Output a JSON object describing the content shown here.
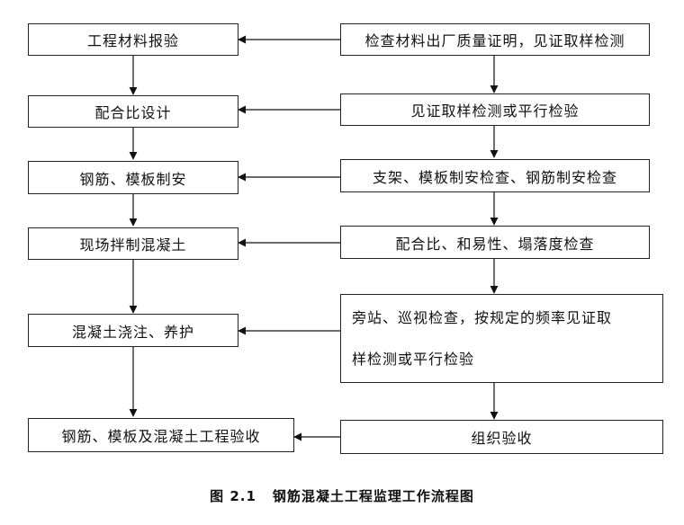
{
  "left_steps": [
    "工程材料报验",
    "配合比设计",
    "钢筋、模板制安",
    "现场拌制混凝土",
    "混凝土浇注、养护",
    "钢筋、模板及混凝土工程验收"
  ],
  "right_checks": [
    "检查材料出厂质量证明，见证取样检测",
    "见证取样检测或平行检验",
    "支架、模板制安检查、钢筋制安检查",
    "配合比、和易性、塌落度检查",
    "旁站、巡视检查，按规定的频率见证取",
    "样检测或平行检验",
    "组织验收"
  ],
  "caption": {
    "number": "图 2.1",
    "title": "钢筋混凝土工程监理工作流程图"
  }
}
